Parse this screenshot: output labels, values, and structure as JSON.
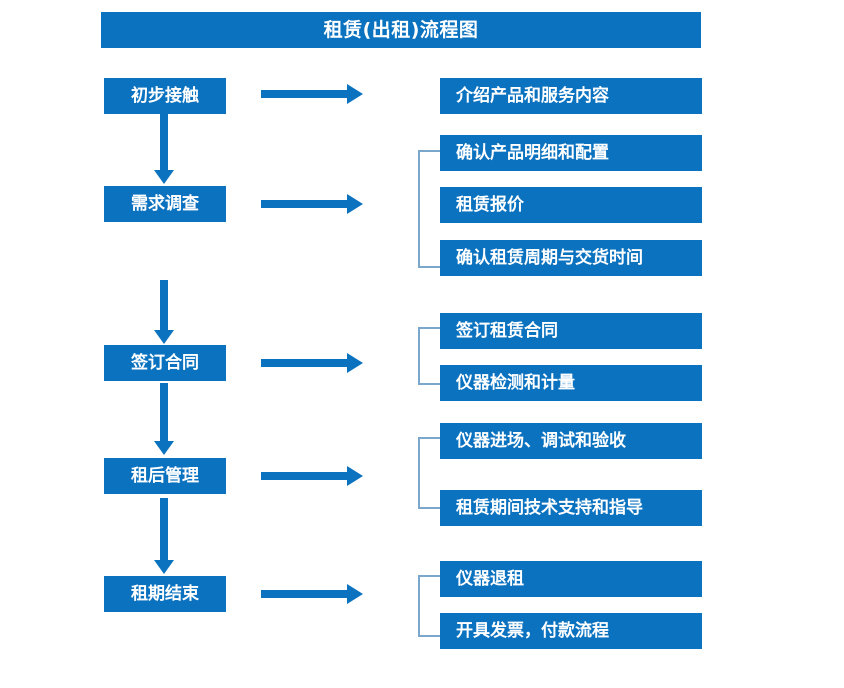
{
  "diagram": {
    "title": "租赁(出租)流程图",
    "colors": {
      "box_fill": "#0b72c0",
      "box_text": "#ffffff",
      "arrow": "#0b72c0",
      "bracket": "#7ba7cc",
      "background": "#ffffff"
    },
    "stages": [
      {
        "id": "stage-1",
        "label": "初步接触",
        "details": [
          "介绍产品和服务内容"
        ],
        "bracketed": false
      },
      {
        "id": "stage-2",
        "label": "需求调查",
        "details": [
          "确认产品明细和配置",
          "租赁报价",
          "确认租赁周期与交货时间"
        ],
        "bracketed": true
      },
      {
        "id": "stage-3",
        "label": "签订合同",
        "details": [
          "签订租赁合同",
          "仪器检测和计量"
        ],
        "bracketed": true
      },
      {
        "id": "stage-4",
        "label": "租后管理",
        "details": [
          "仪器进场、调试和验收",
          "租赁期间技术支持和指导"
        ],
        "bracketed": true
      },
      {
        "id": "stage-5",
        "label": "租期结束",
        "details": [
          "仪器退租",
          "开具发票，付款流程"
        ],
        "bracketed": true
      }
    ],
    "details_flat": [
      "介绍产品和服务内容",
      "确认产品明细和配置",
      "租赁报价",
      "确认租赁周期与交货时间",
      "签订租赁合同",
      "仪器检测和计量",
      "仪器进场、调试和验收",
      "租赁期间技术支持和指导",
      "仪器退租",
      "开具发票，付款流程"
    ]
  }
}
